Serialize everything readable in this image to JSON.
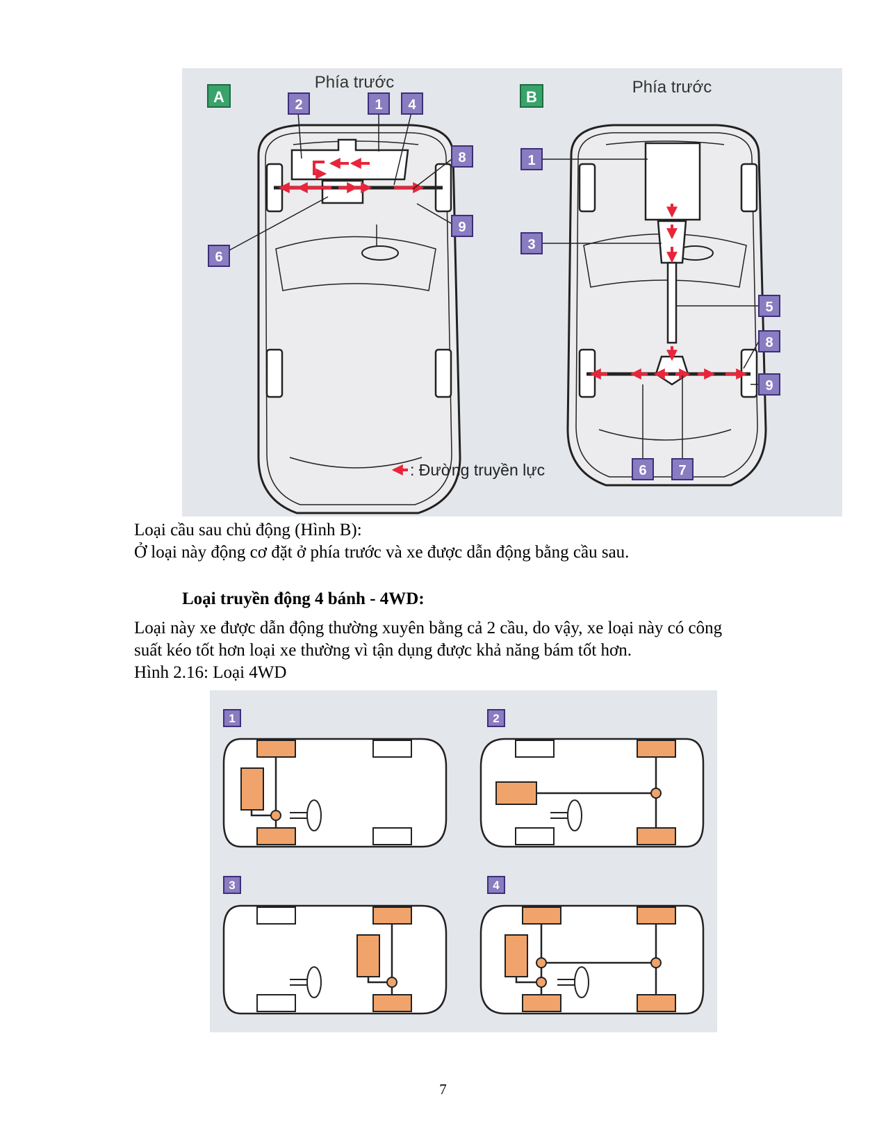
{
  "figure_top": {
    "panel_a": {
      "letter": "A",
      "title": "Phía trước",
      "labels": [
        "2",
        "1",
        "4",
        "8",
        "9",
        "6"
      ]
    },
    "panel_b": {
      "letter": "B",
      "title": "Phía trước",
      "labels": [
        "1",
        "3",
        "5",
        "8",
        "9",
        "6",
        "7"
      ]
    },
    "legend": ": Đường truyền lực",
    "colors": {
      "arrow": "#e8253a",
      "badge_purple": "#8a7cc0",
      "badge_green": "#39a36b",
      "background": "#e3e6ea"
    }
  },
  "text": {
    "para1_line1": "Loại cầu sau chủ động (Hình B):",
    "para1_line2": "Ở loại này động cơ đặt ở phía trước và xe được dẫn động bằng cầu sau.",
    "heading": "Loại truyền động 4 bánh - 4WD:",
    "para2_line1": "Loại này xe được dẫn động thường xuyên bằng cả 2 cầu, do vậy, xe loại này có công",
    "para2_line2": "suất kéo tốt hơn loại xe thường vì tận dụng được khả năng bám tốt hơn.",
    "caption": "Hình 2.16: Loại 4WD"
  },
  "figure_bottom": {
    "panels": [
      "1",
      "2",
      "3",
      "4"
    ],
    "colors": {
      "drive_wheel": "#f0a46b",
      "badge": "#8a7cc0"
    }
  },
  "page_number": "7"
}
